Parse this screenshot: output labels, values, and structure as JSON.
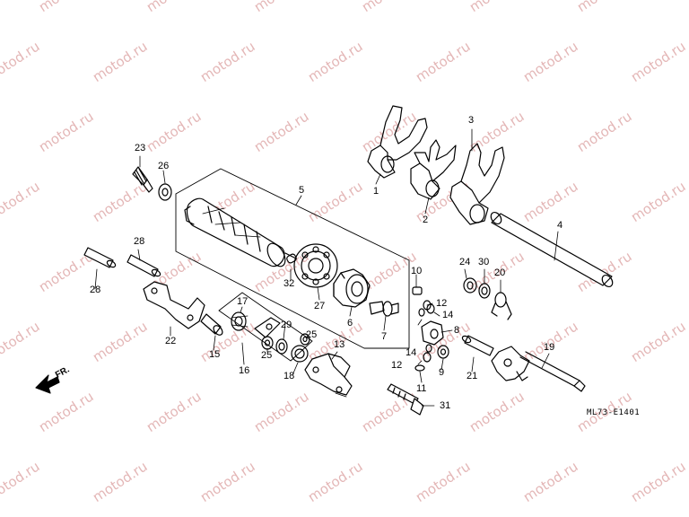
{
  "watermark": "motod.ru",
  "diagram": {
    "code": "ML73-E1401",
    "direction_label": "FR.",
    "part_numbers": [
      "1",
      "2",
      "3",
      "4",
      "5",
      "6",
      "7",
      "8",
      "9",
      "10",
      "11",
      "12",
      "13",
      "14",
      "15",
      "16",
      "17",
      "18",
      "19",
      "20",
      "21",
      "22",
      "23",
      "24",
      "25",
      "26",
      "27",
      "28",
      "29",
      "30",
      "31",
      "32"
    ]
  },
  "colors": {
    "line": "#000000",
    "watermark": "#e4b7b7",
    "background": "#ffffff"
  }
}
